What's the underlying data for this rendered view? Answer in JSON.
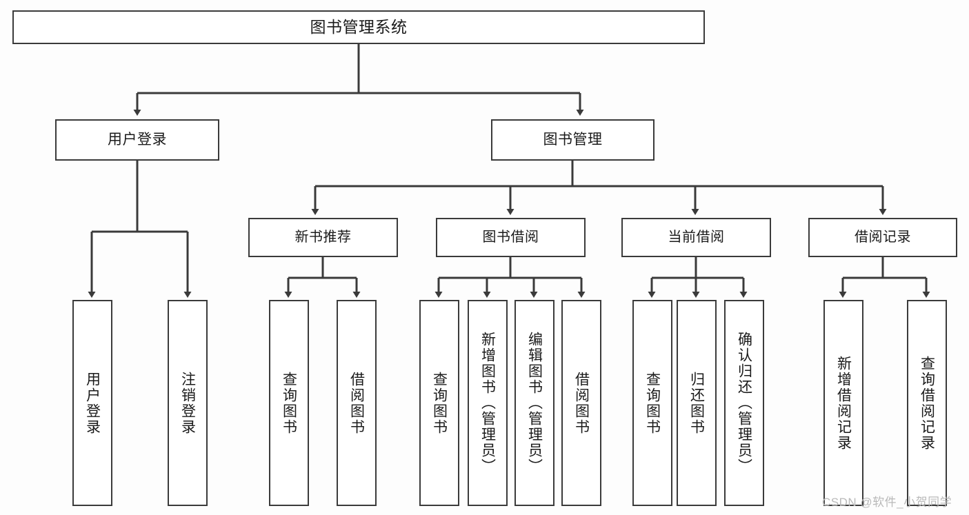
{
  "diagram": {
    "title": "图书管理系统",
    "style": {
      "background": "#fdfdfd",
      "box_fill": "#ffffff",
      "box_stroke": "#3a3a3a",
      "connector": "#3a3a3a",
      "text": "#1a1a1a",
      "watermark": "#b9b9b9"
    },
    "watermark": "CSDN @软件_小贺同学",
    "nodes": {
      "root": {
        "label": "图书管理系统"
      },
      "level1": [
        {
          "label": "用户登录"
        },
        {
          "label": "图书管理"
        }
      ],
      "level2": [
        {
          "label": "新书推荐"
        },
        {
          "label": "图书借阅"
        },
        {
          "label": "当前借阅"
        },
        {
          "label": "借阅记录"
        }
      ],
      "leaves": {
        "user_login": [
          {
            "label": "用户登录"
          },
          {
            "label": "注销登录"
          }
        ],
        "new_book_recommend": [
          {
            "label": "查询图书"
          },
          {
            "label": "借阅图书"
          }
        ],
        "book_borrow": [
          {
            "label": "查询图书"
          },
          {
            "label": "新增图书（管理员）"
          },
          {
            "label": "编辑图书（管理员）"
          },
          {
            "label": "借阅图书"
          }
        ],
        "current_borrow": [
          {
            "label": "查询图书"
          },
          {
            "label": "归还图书"
          },
          {
            "label": "确认归还（管理员）"
          }
        ],
        "borrow_record": [
          {
            "label": "新增借阅记录"
          },
          {
            "label": "查询借阅记录"
          }
        ]
      }
    }
  }
}
